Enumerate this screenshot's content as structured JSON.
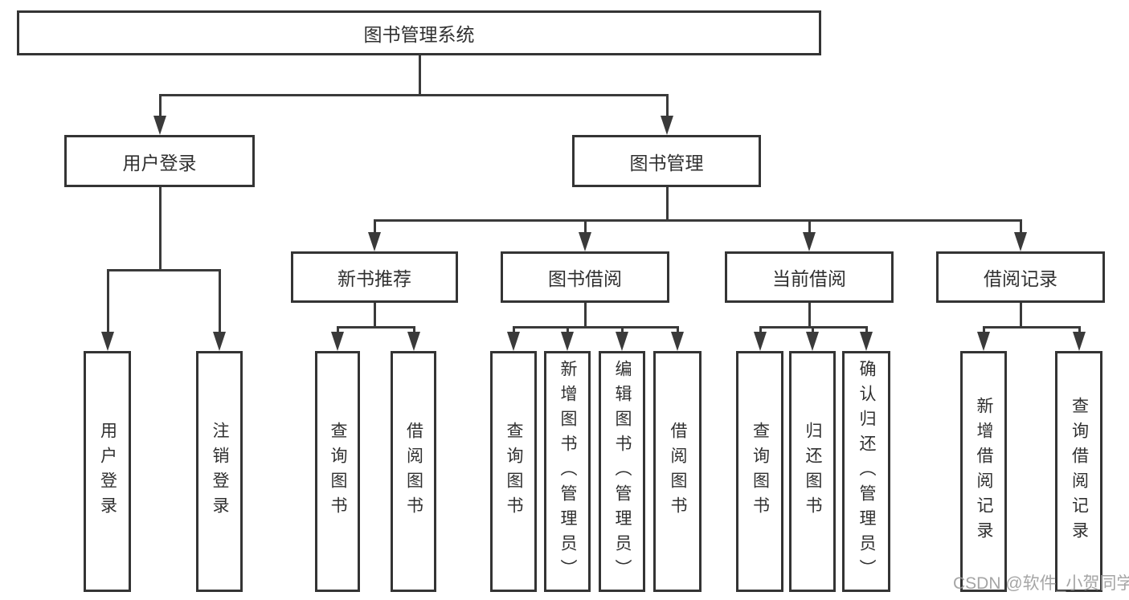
{
  "diagram": {
    "title": "图书管理系统",
    "watermark": "CSDN @软件_小贺同学",
    "colors": {
      "background": "#ffffff",
      "box_border": "#343434",
      "connector_line": "#3a3a3a",
      "text": "#303030",
      "watermark_text": "#9c9c9c"
    },
    "nodes": [
      {
        "id": "root",
        "label": "图书管理系统",
        "orientation": "horizontal",
        "parent": null
      },
      {
        "id": "user-login",
        "label": "用户登录",
        "orientation": "horizontal",
        "parent": "root"
      },
      {
        "id": "book-mgmt",
        "label": "图书管理",
        "orientation": "horizontal",
        "parent": "root"
      },
      {
        "id": "new-book-rec",
        "label": "新书推荐",
        "orientation": "horizontal",
        "parent": "book-mgmt"
      },
      {
        "id": "book-borrow",
        "label": "图书借阅",
        "orientation": "horizontal",
        "parent": "book-mgmt"
      },
      {
        "id": "current-borrow",
        "label": "当前借阅",
        "orientation": "horizontal",
        "parent": "book-mgmt"
      },
      {
        "id": "borrow-record",
        "label": "借阅记录",
        "orientation": "horizontal",
        "parent": "book-mgmt"
      },
      {
        "id": "leaf-user-login",
        "label": "用户登录",
        "orientation": "vertical",
        "parent": "user-login"
      },
      {
        "id": "leaf-logout",
        "label": "注销登录",
        "orientation": "vertical",
        "parent": "user-login"
      },
      {
        "id": "leaf-nbr-query",
        "label": "查询图书",
        "orientation": "vertical",
        "parent": "new-book-rec"
      },
      {
        "id": "leaf-nbr-borrow",
        "label": "借阅图书",
        "orientation": "vertical",
        "parent": "new-book-rec"
      },
      {
        "id": "leaf-bb-query",
        "label": "查询图书",
        "orientation": "vertical",
        "parent": "book-borrow"
      },
      {
        "id": "leaf-bb-add",
        "label": "新增图书（管理员）",
        "orientation": "vertical",
        "parent": "book-borrow"
      },
      {
        "id": "leaf-bb-edit",
        "label": "编辑图书（管理员）",
        "orientation": "vertical",
        "parent": "book-borrow"
      },
      {
        "id": "leaf-bb-borrow",
        "label": "借阅图书",
        "orientation": "vertical",
        "parent": "book-borrow"
      },
      {
        "id": "leaf-cb-query",
        "label": "查询图书",
        "orientation": "vertical",
        "parent": "current-borrow"
      },
      {
        "id": "leaf-cb-return",
        "label": "归还图书",
        "orientation": "vertical",
        "parent": "current-borrow"
      },
      {
        "id": "leaf-cb-confirm",
        "label": "确认归还（管理员）",
        "orientation": "vertical",
        "parent": "current-borrow"
      },
      {
        "id": "leaf-br-add",
        "label": "新增借阅记录",
        "orientation": "vertical",
        "parent": "borrow-record"
      },
      {
        "id": "leaf-br-query",
        "label": "查询借阅记录",
        "orientation": "vertical",
        "parent": "borrow-record"
      }
    ]
  }
}
